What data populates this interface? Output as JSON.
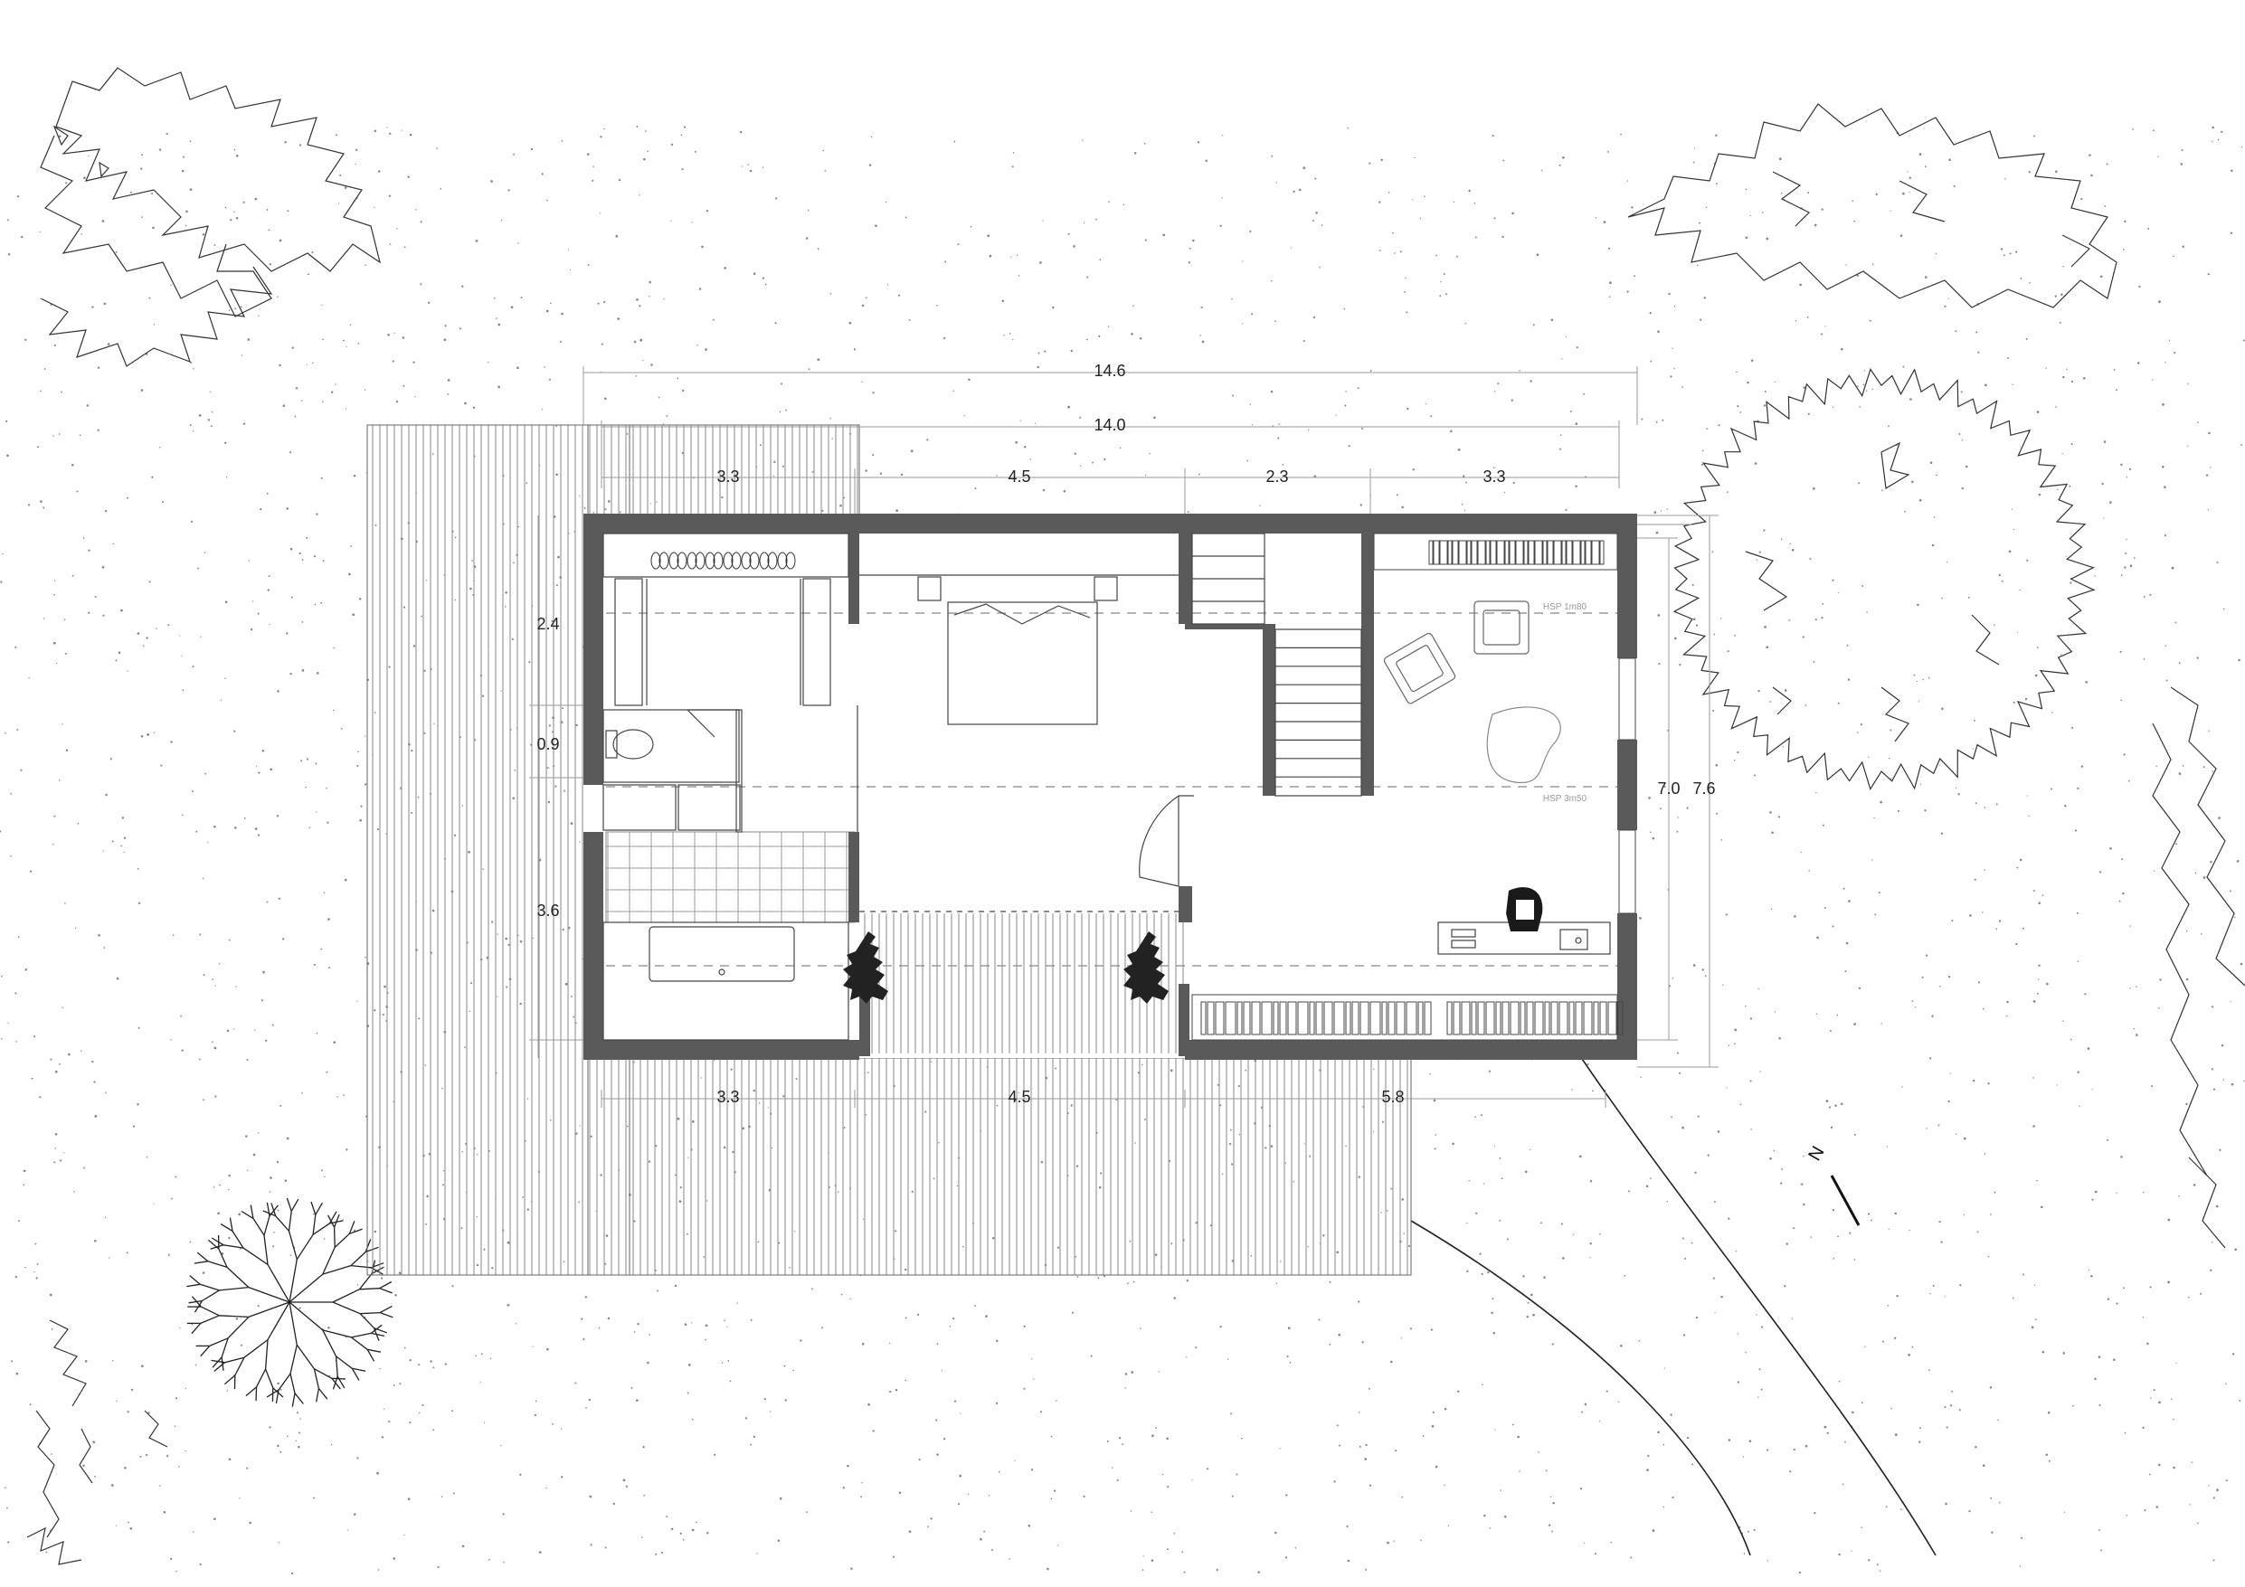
{
  "dimensions": {
    "overall_outer": "14.6",
    "overall_inner": "14.0",
    "top": [
      "3.3",
      "4.5",
      "2.3",
      "3.3"
    ],
    "bottom": [
      "3.3",
      "4.5",
      "5.8"
    ],
    "left": [
      "2.4",
      "0.9",
      "3.6"
    ],
    "right": [
      "7.0",
      "7.6"
    ]
  },
  "ceiling_heights": {
    "upper": "HSP 1m80",
    "lower": "HSP 3m50"
  },
  "north_arrow": "N",
  "colors": {
    "wall": "#5a5a5a",
    "line": "#333333",
    "dim_line": "#9a9a9a",
    "speckle": "#888888"
  }
}
